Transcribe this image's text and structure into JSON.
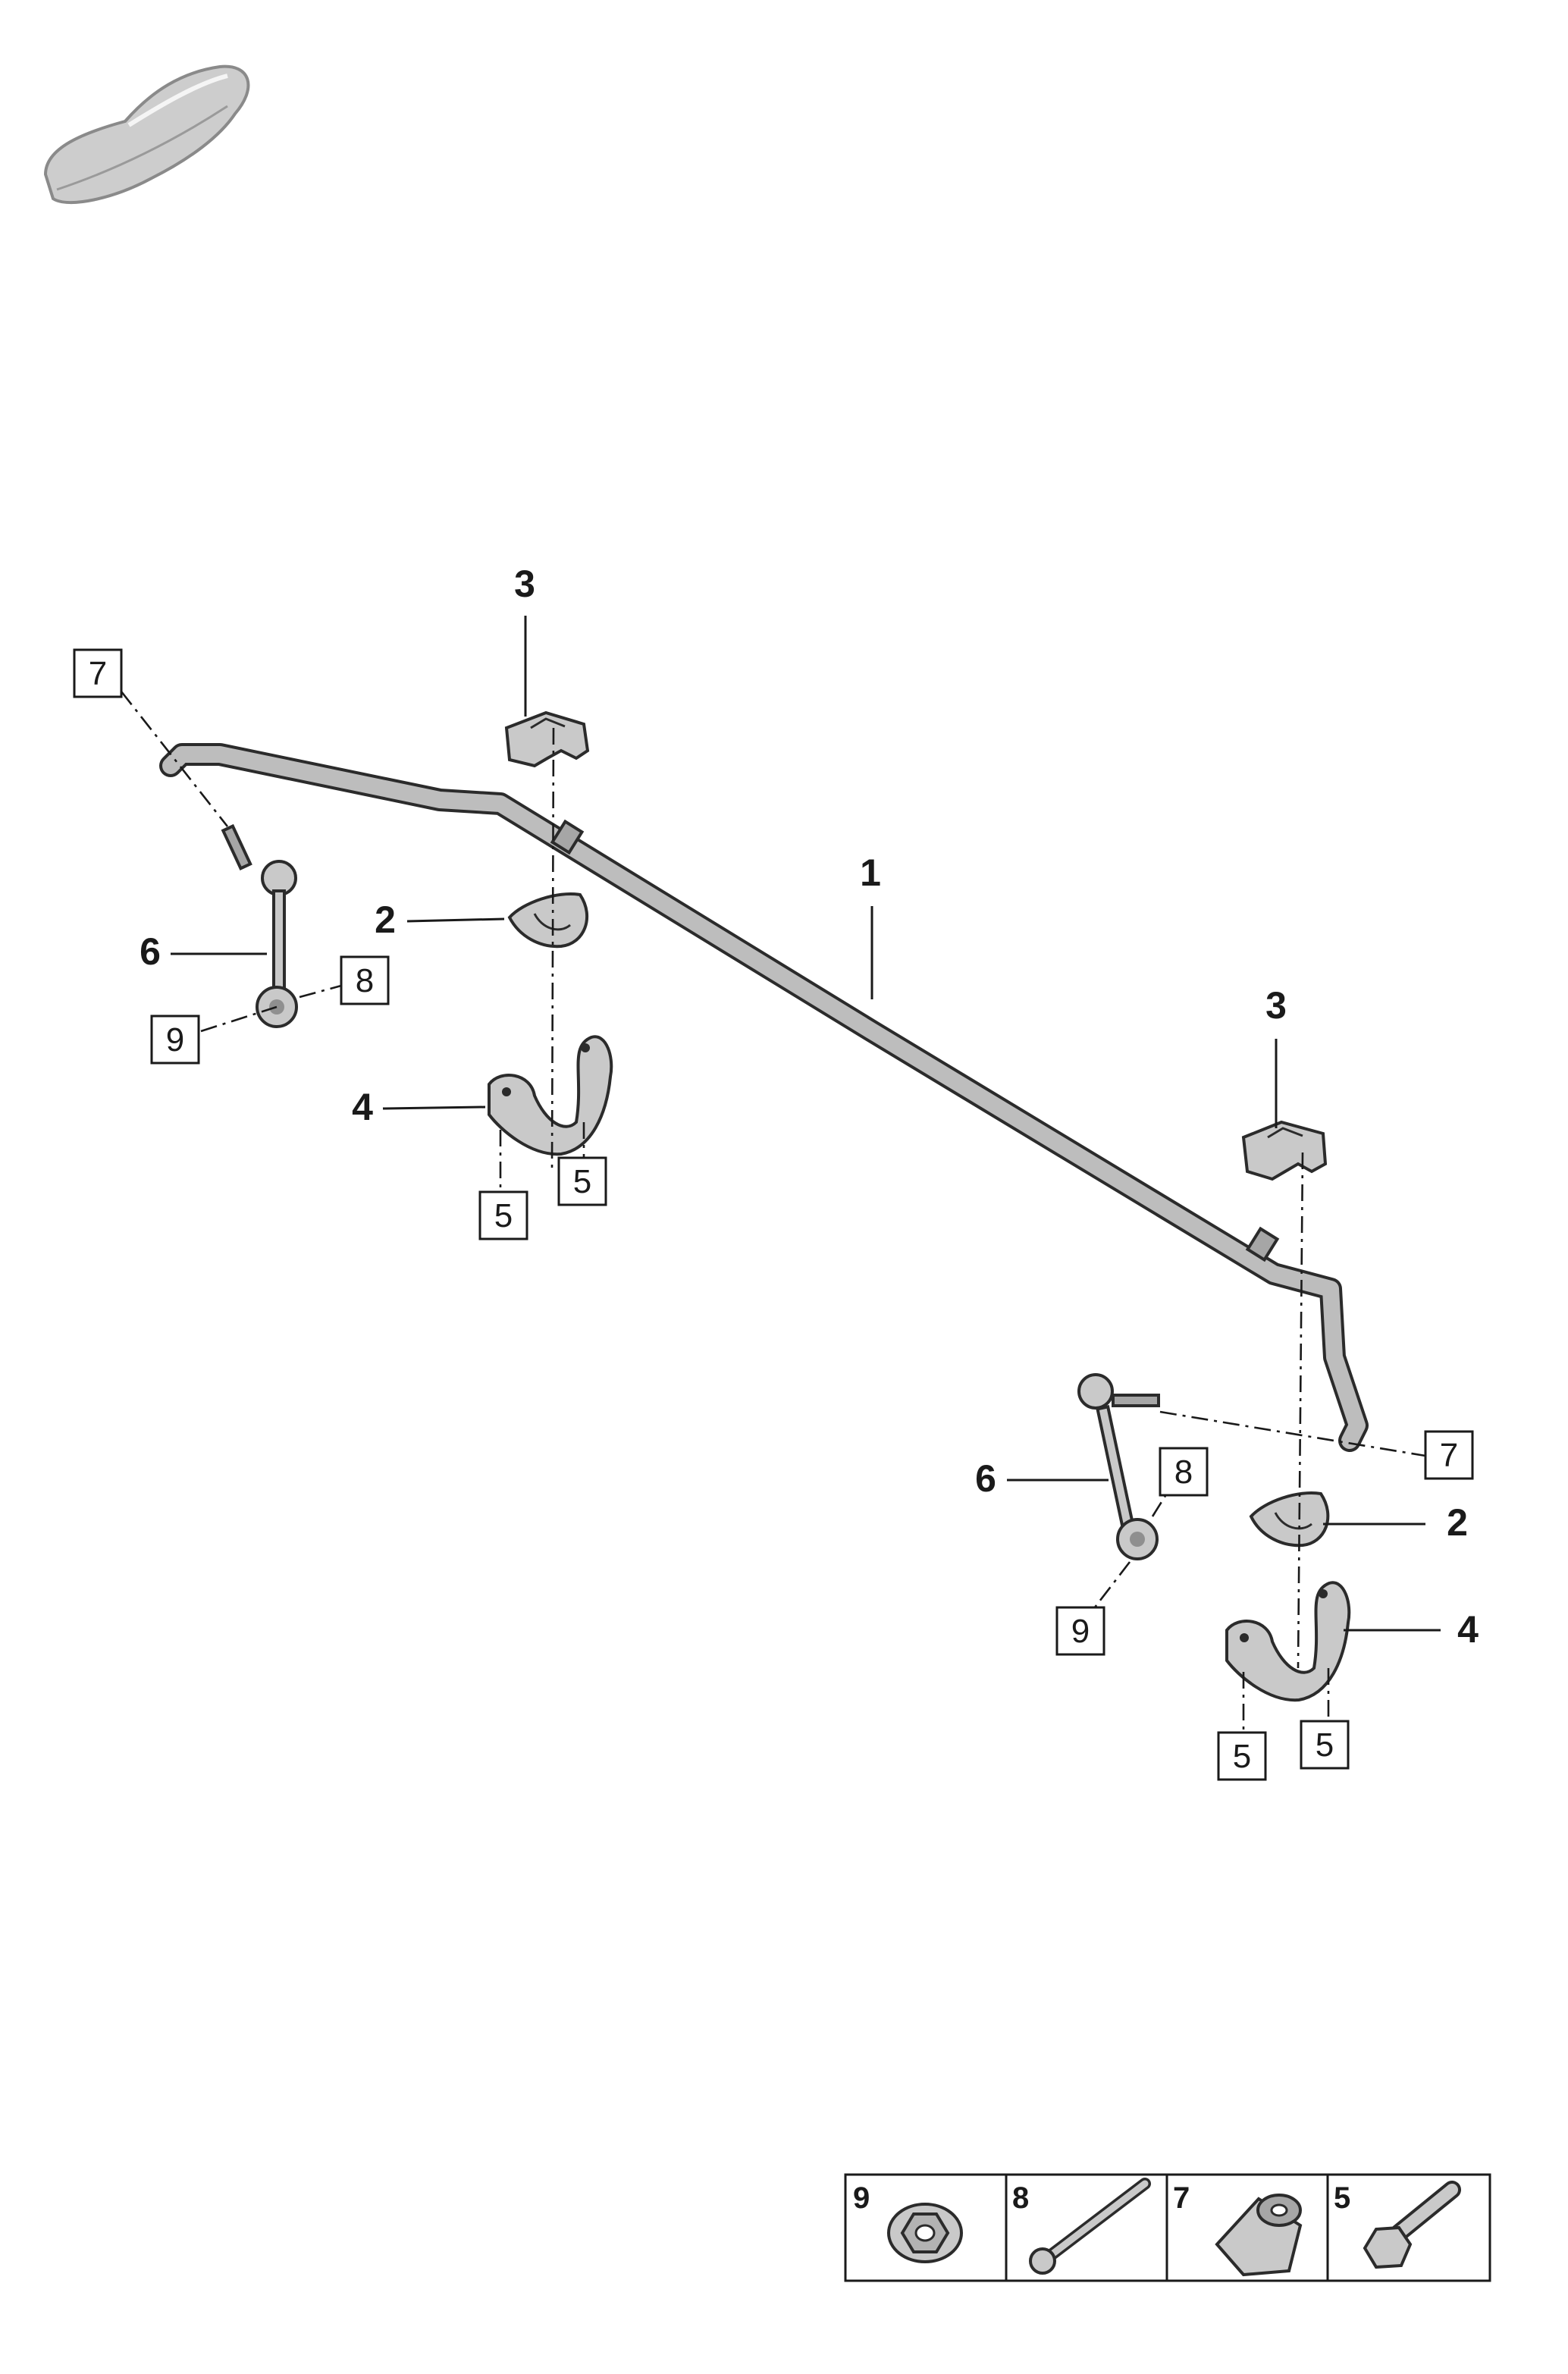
{
  "callouts": {
    "c1": "1",
    "c2_left": "2",
    "c2_right": "2",
    "c3_left": "3",
    "c3_right": "3",
    "c4_left": "4",
    "c4_right": "4",
    "c6_left": "6",
    "c6_right": "6"
  },
  "boxed_refs": {
    "b7_left": "7",
    "b7_right": "7",
    "b8_left": "8",
    "b8_right": "8",
    "b9_left": "9",
    "b9_right": "9",
    "b5_left_a": "5",
    "b5_left_b": "5",
    "b5_right_a": "5",
    "b5_right_b": "5"
  },
  "legend": {
    "cells": [
      {
        "number": "9",
        "part": "nut-icon"
      },
      {
        "number": "8",
        "part": "long-bolt-icon"
      },
      {
        "number": "7",
        "part": "flange-nut-icon"
      },
      {
        "number": "5",
        "part": "hex-bolt-icon"
      }
    ]
  },
  "colors": {
    "part_fill": "#c9c9c9",
    "outline": "#2b2b2b",
    "text": "#1a1a1a"
  }
}
